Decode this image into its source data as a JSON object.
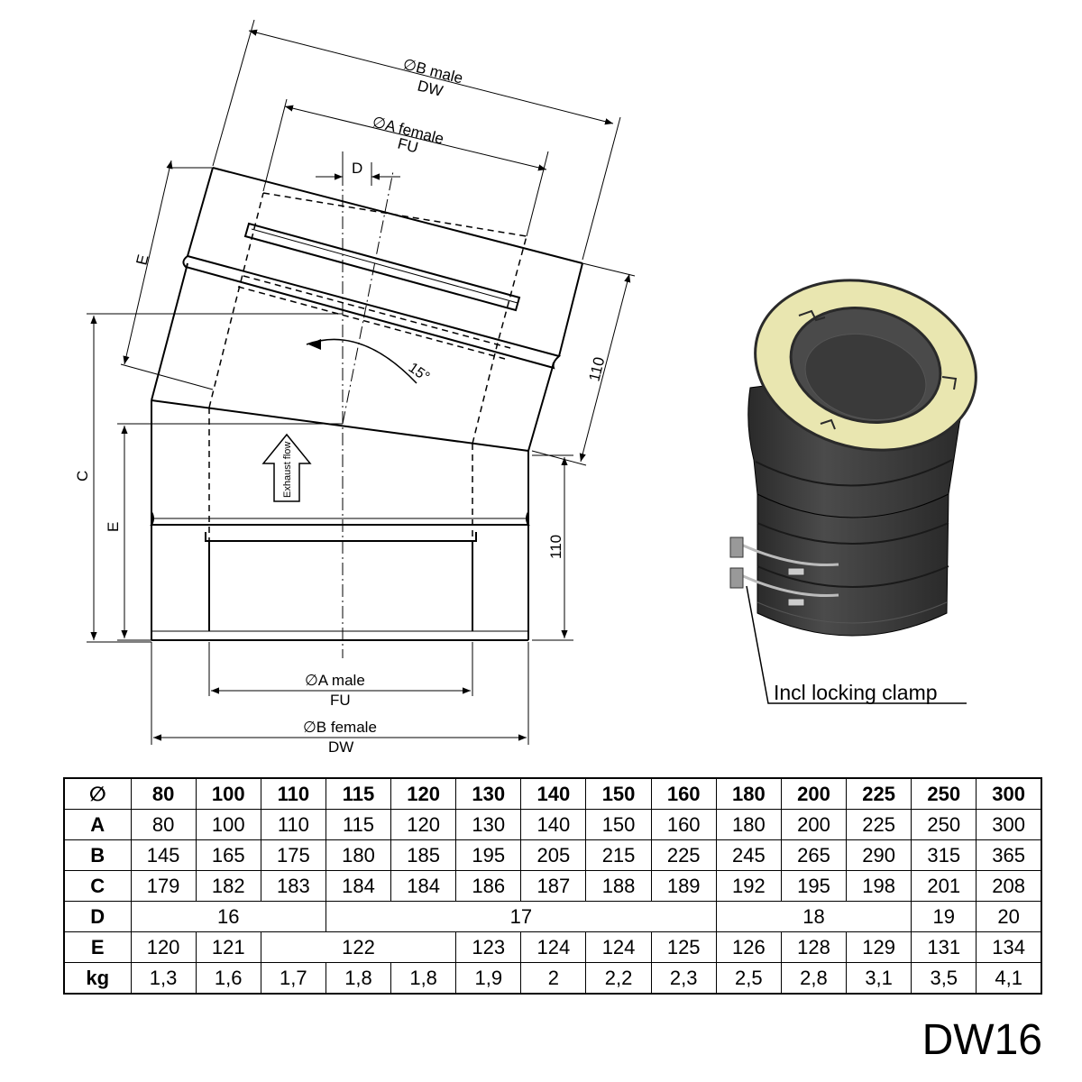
{
  "drawing": {
    "label_b_male": "∅B male",
    "label_b_male_sub": "DW",
    "label_a_female": "∅A female",
    "label_a_female_sub": "FU",
    "label_d": "D",
    "label_e_upper": "E",
    "label_c": "C",
    "label_e_lower": "E",
    "label_angle": "15°",
    "label_110_upper": "110",
    "label_110_lower": "110",
    "label_exhaust": "Exhaust flow",
    "label_a_male": "∅A male",
    "label_a_male_sub": "FU",
    "label_b_female": "∅B female",
    "label_b_female_sub": "DW",
    "clamp_label": "Incl locking clamp"
  },
  "table": {
    "header": [
      "∅",
      "80",
      "100",
      "110",
      "115",
      "120",
      "130",
      "140",
      "150",
      "160",
      "180",
      "200",
      "225",
      "250",
      "300"
    ],
    "row_a": {
      "label": "A",
      "values": [
        "80",
        "100",
        "110",
        "115",
        "120",
        "130",
        "140",
        "150",
        "160",
        "180",
        "200",
        "225",
        "250",
        "300"
      ]
    },
    "row_b": {
      "label": "B",
      "values": [
        "145",
        "165",
        "175",
        "180",
        "185",
        "195",
        "205",
        "215",
        "225",
        "245",
        "265",
        "290",
        "315",
        "365"
      ]
    },
    "row_c": {
      "label": "C",
      "values": [
        "179",
        "182",
        "183",
        "184",
        "184",
        "186",
        "187",
        "188",
        "189",
        "192",
        "195",
        "198",
        "201",
        "208"
      ]
    },
    "row_d": {
      "label": "D",
      "groups": [
        "16",
        "17",
        "18",
        "19",
        "20"
      ]
    },
    "row_e": {
      "label": "E",
      "groups": [
        "120",
        "121",
        "122",
        "123",
        "124",
        "124",
        "125",
        "126",
        "128",
        "129",
        "131",
        "134"
      ]
    },
    "row_kg": {
      "label": "kg",
      "values": [
        "1,3",
        "1,6",
        "1,7",
        "1,8",
        "1,8",
        "1,9",
        "2",
        "2,2",
        "2,3",
        "2,5",
        "2,8",
        "3,1",
        "3,5",
        "4,1"
      ]
    }
  },
  "model_code": "DW16",
  "colors": {
    "insulation": "#e9e6b0",
    "pipe_dark": "#3a3a3a",
    "pipe_mid": "#4a4a4a"
  }
}
